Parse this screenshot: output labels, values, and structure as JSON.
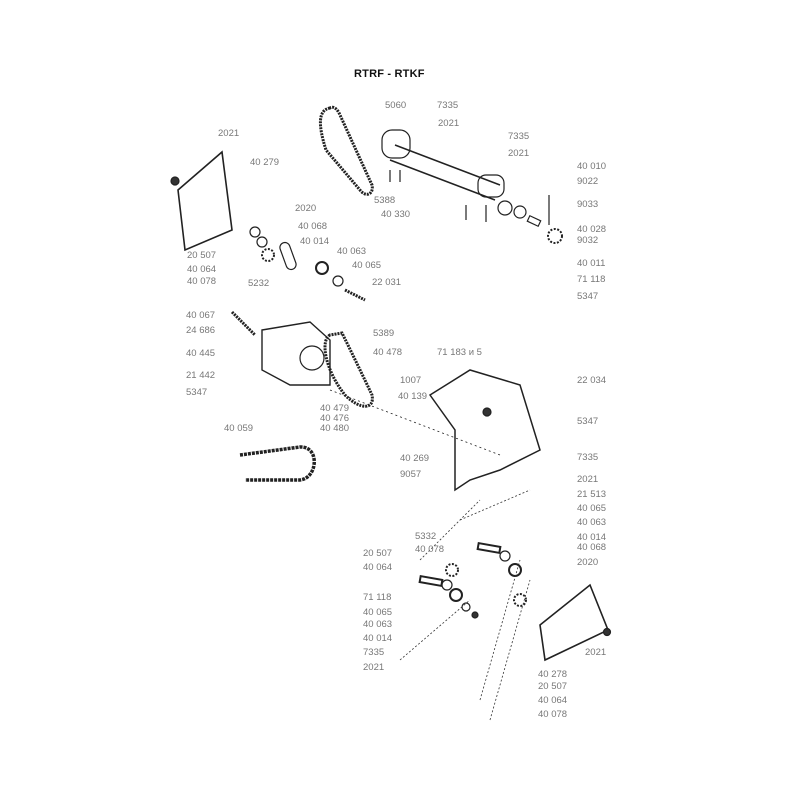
{
  "title": "RTRF - RTKF",
  "labels": [
    "5060",
    "7335",
    "2021",
    "2021",
    "40 279",
    "7335",
    "2021",
    "40 010",
    "9022",
    "9033",
    "5388",
    "40 330",
    "40 028",
    "9032",
    "2020",
    "40 068",
    "40 014",
    "40 063",
    "20 507",
    "40 064",
    "40 065",
    "40 078",
    "5232",
    "22 031",
    "40 011",
    "71 118",
    "5347",
    "40 067",
    "24 686",
    "5389",
    "40 445",
    "40 478",
    "71 183 и 5",
    "21 442",
    "1007",
    "22 034",
    "40 139",
    "5347",
    "5347",
    "40 479",
    "40 476",
    "40 480",
    "40 059",
    "40 269",
    "7335",
    "9057",
    "2021",
    "21 513",
    "40 065",
    "40 063",
    "5332",
    "40 078",
    "40 014",
    "20 507",
    "40 068",
    "40 064",
    "2020",
    "71 118",
    "40 065",
    "40 063",
    "40 014",
    "7335",
    "2021",
    "2021",
    "40 278",
    "20 507",
    "40 064",
    "40 078"
  ]
}
